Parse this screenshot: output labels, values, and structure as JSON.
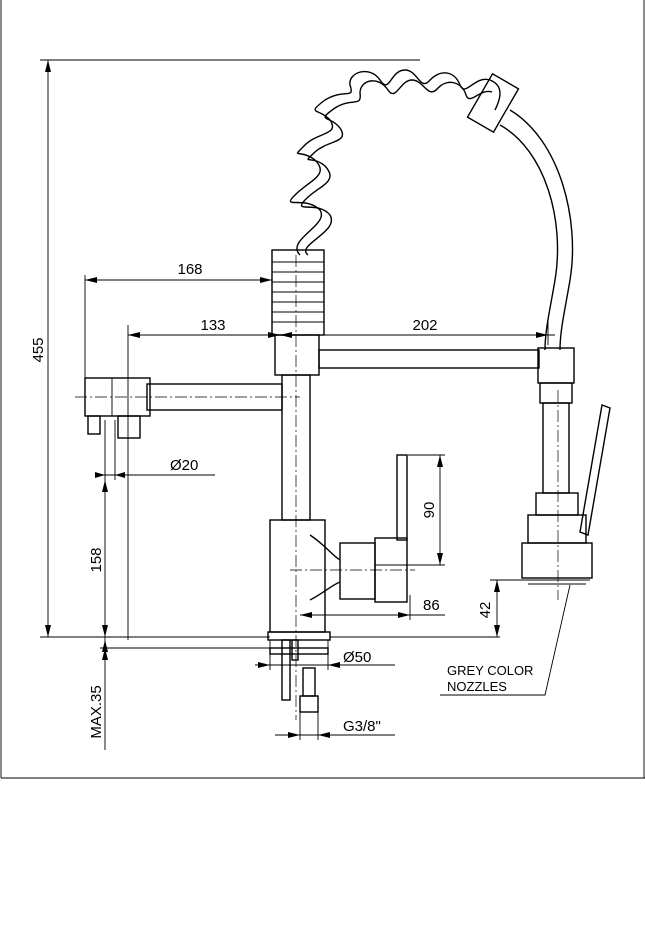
{
  "dimensions": {
    "overall_height": "455",
    "lever_reach": "168",
    "lever_offset": "133",
    "spout_reach": "202",
    "lever_diameter": "Ø20",
    "lever_height": "158",
    "handle_length": "90",
    "handle_projection": "86",
    "nozzle_height": "42",
    "base_diameter": "Ø50",
    "max_thickness": "MAX.35",
    "thread": "G3/8\""
  },
  "note": {
    "line1": "GREY COLOR",
    "line2": "NOZZLES"
  }
}
